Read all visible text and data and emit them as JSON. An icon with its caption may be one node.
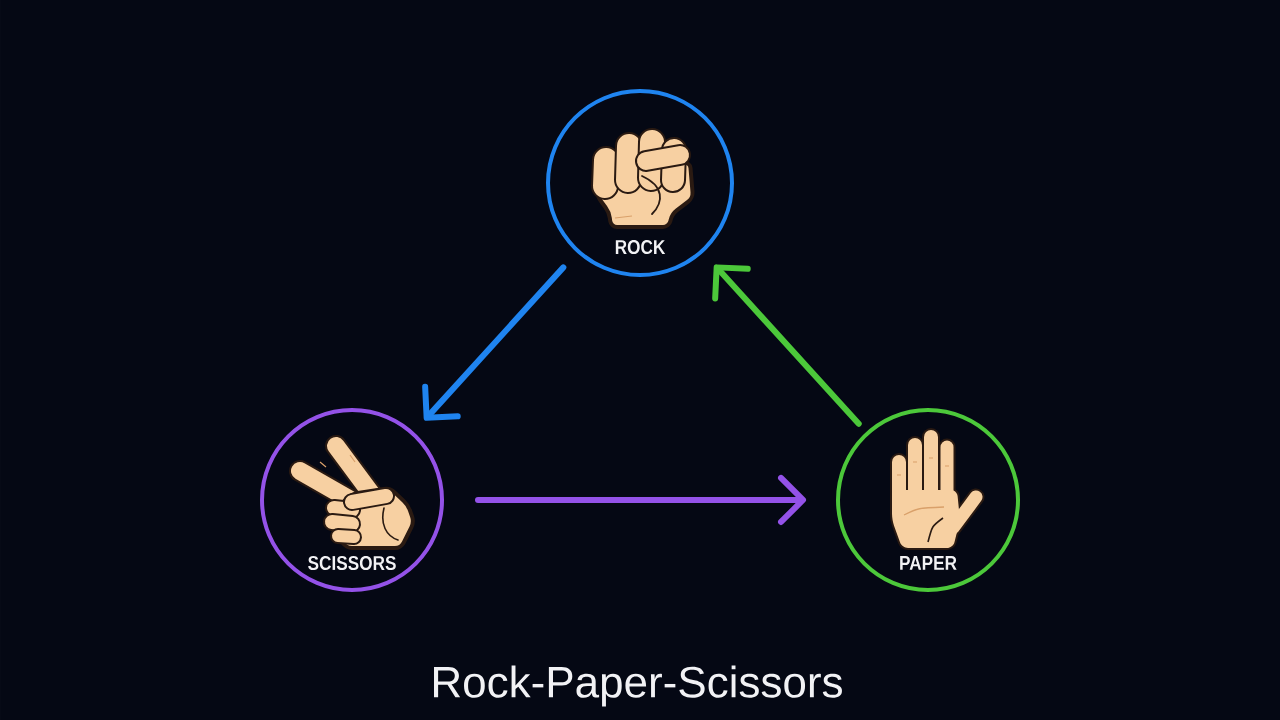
{
  "diagram": {
    "title": "Rock-Paper-Scissors",
    "nodes": [
      {
        "text": [
          "ROCK"
        ]
      },
      {
        "text": [
          "SCISSORS"
        ]
      },
      {
        "text": [
          "PAPER"
        ]
      }
    ],
    "edges": [
      {
        "from": 0,
        "to": 1,
        "arrow": "to",
        "color": "#1f84f0"
      },
      {
        "from": 1,
        "to": 2,
        "arrow": "to",
        "color": "#9452e8"
      },
      {
        "from": 2,
        "to": 0,
        "arrow": "to",
        "color": "#4cc83a"
      }
    ]
  }
}
